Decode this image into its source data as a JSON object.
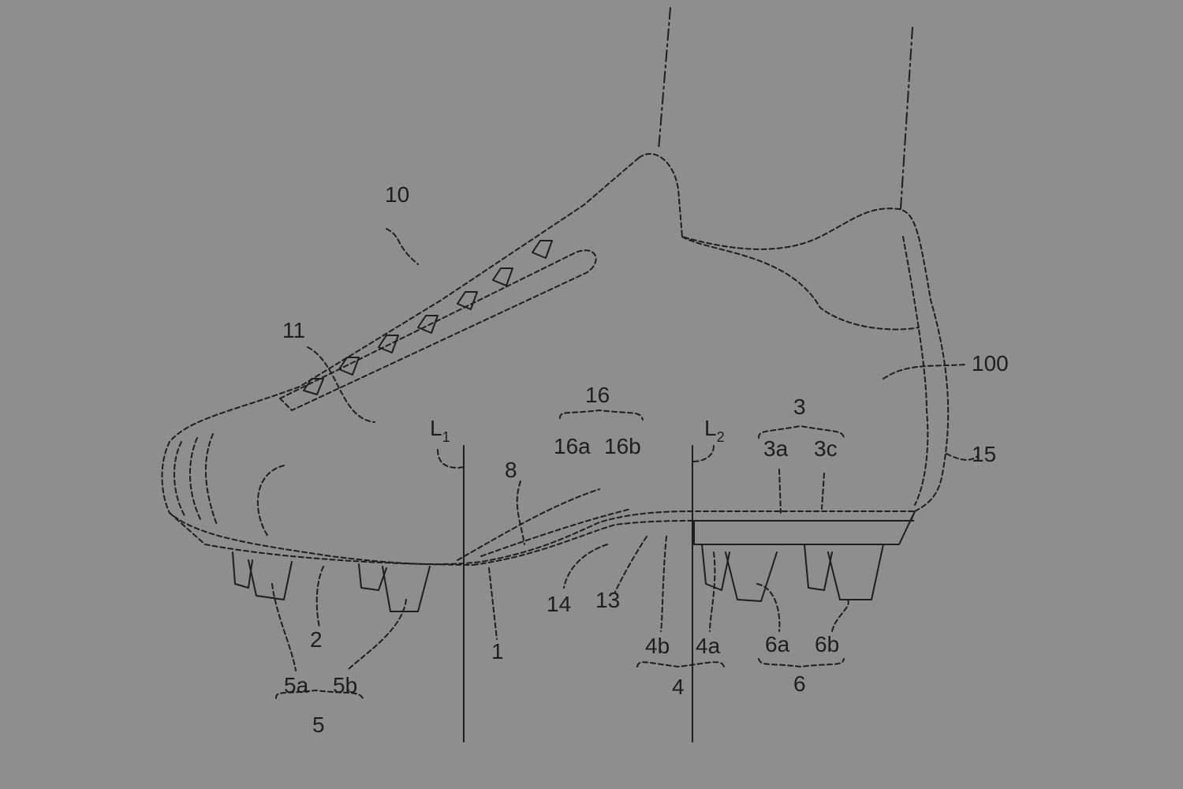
{
  "figure": {
    "labels": {
      "shoe": "10",
      "lace_area": "11",
      "upper": "100",
      "heel_counter": "15",
      "group16": "16",
      "l16a": "16a",
      "l16b": "16b",
      "L1": "L",
      "L1_sub": "1",
      "L2": "L",
      "L2_sub": "2",
      "group3": "3",
      "l3a": "3a",
      "l3c": "3c",
      "l8": "8",
      "l14": "14",
      "l13": "13",
      "l1": "1",
      "l2": "2",
      "l5a": "5a",
      "l5b": "5b",
      "group5": "5",
      "l4b": "4b",
      "l4a": "4a",
      "group4": "4",
      "l6a": "6a",
      "l6b": "6b",
      "group6": "6"
    },
    "colors": {
      "background": "#8e8e8e",
      "ink": "#1e1e1e"
    }
  }
}
